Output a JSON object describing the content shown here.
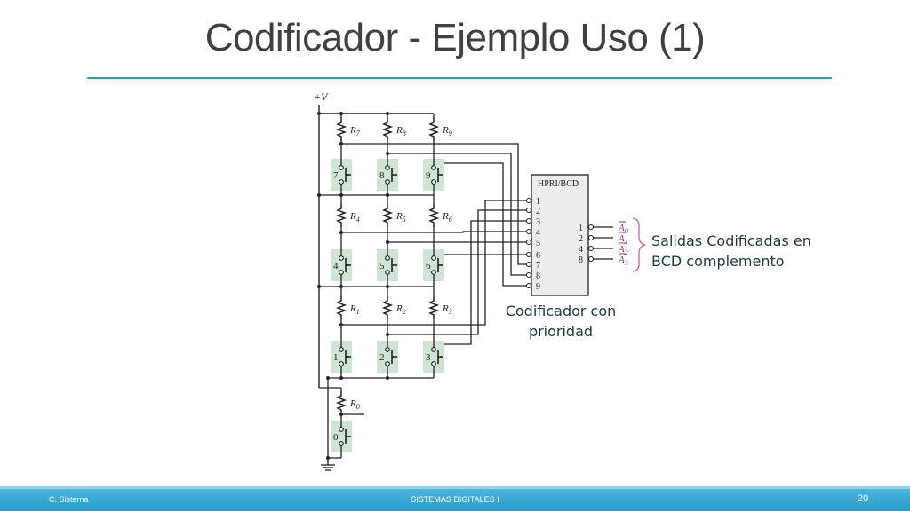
{
  "slide": {
    "title": "Codificador - Ejemplo Uso (1)",
    "footer_left": "C. Sisterna",
    "footer_center": "SISTEMAS DIGITALES I",
    "page_number": "20"
  },
  "annotations": {
    "outputs_line1": "Salidas Codificadas en",
    "outputs_line2": "BCD complemento",
    "encoder_line1": "Codificador con",
    "encoder_line2": "prioridad"
  },
  "circuit": {
    "supply_label": "+V",
    "chip_label": "HPRI/BCD",
    "input_pins": [
      "1",
      "2",
      "3",
      "4",
      "5",
      "6",
      "7",
      "8",
      "9"
    ],
    "output_pins": [
      "1",
      "2",
      "4",
      "8"
    ],
    "output_names": [
      "A",
      "A",
      "A",
      "A"
    ],
    "output_subscripts": [
      "0",
      "1",
      "2",
      "3"
    ],
    "resistors": [
      "R",
      "R",
      "R",
      "R",
      "R",
      "R",
      "R",
      "R",
      "R",
      "R"
    ],
    "resistor_subscripts": [
      "7",
      "8",
      "9",
      "4",
      "5",
      "6",
      "1",
      "2",
      "3",
      "0"
    ],
    "switch_labels": [
      "7",
      "8",
      "9",
      "4",
      "5",
      "6",
      "1",
      "2",
      "3",
      "0"
    ],
    "colors": {
      "switch_highlight": "#cfe5d3",
      "chip_fill": "#ededed",
      "brace": "#d85aa0",
      "output_label": "#a03070",
      "title_rule": "#2e9fc9"
    }
  }
}
